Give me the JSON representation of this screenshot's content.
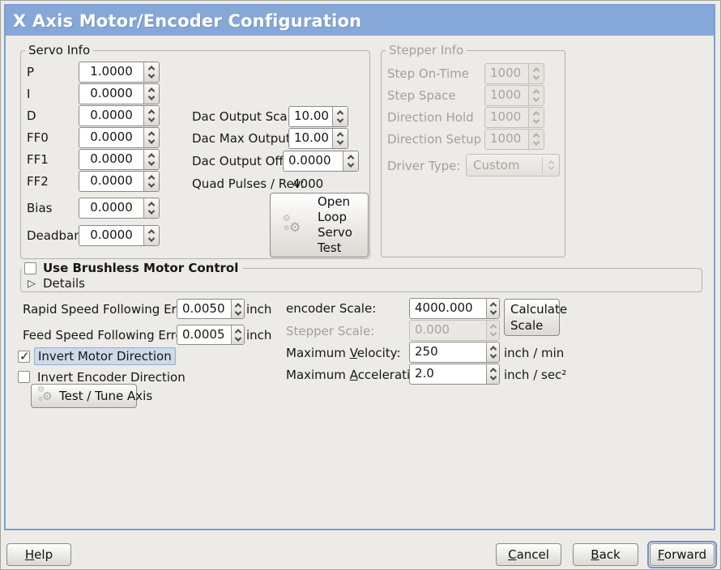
{
  "window": {
    "title": "X Axis Motor/Encoder Configuration"
  },
  "colors": {
    "accent_blue": "#86a8d8",
    "border_blue": "#7aa0d4",
    "panel_bg": "#ecebe7",
    "highlight_bg": "#ccd9e9"
  },
  "servo_info": {
    "title": "Servo Info",
    "rows": [
      {
        "label": "P",
        "value": "1.0000"
      },
      {
        "label": "I",
        "value": "0.0000"
      },
      {
        "label": "D",
        "value": "0.0000"
      },
      {
        "label": "FF0",
        "value": "0.0000"
      },
      {
        "label": "FF1",
        "value": "0.0000"
      },
      {
        "label": "FF2",
        "value": "0.0000"
      },
      {
        "label": "Bias",
        "value": "0.0000"
      },
      {
        "label": "Deadband",
        "value": "0.0000"
      }
    ]
  },
  "dac": {
    "scale_label": "Dac Output Scale:",
    "scale_value": "10.00",
    "max_label": "Dac Max Output:",
    "max_value": "10.00",
    "offset_label": "Dac Output Offset:",
    "offset_value": "0.0000",
    "quad_label": "Quad Pulses / Rev:",
    "quad_value": "4000",
    "open_loop_button": {
      "lines": [
        "Open",
        "Loop",
        "Servo",
        "Test"
      ]
    }
  },
  "stepper_info": {
    "title": "Stepper Info",
    "rows": [
      {
        "label": "Step On-Time",
        "value": "1000"
      },
      {
        "label": "Step Space",
        "value": "1000"
      },
      {
        "label": "Direction Hold",
        "value": "1000"
      },
      {
        "label": "Direction Setup",
        "value": "1000"
      }
    ],
    "driver_type_label": "Driver Type:",
    "driver_type_value": "Custom"
  },
  "brushless": {
    "checkbox_label": "Use Brushless Motor Control",
    "checked": false,
    "details_label": "Details"
  },
  "following_error": {
    "rapid_label": "Rapid Speed Following Error:",
    "rapid_value": "0.0050",
    "rapid_unit": "inch",
    "feed_label": "Feed Speed Following Error:",
    "feed_value": "0.0005",
    "feed_unit": "inch"
  },
  "scales": {
    "encoder_label": "encoder Scale:",
    "encoder_value": "4000.000",
    "stepper_label": "Stepper Scale:",
    "stepper_value": "0.000",
    "calculate_button": {
      "lines": [
        "Calculate",
        "Scale"
      ]
    },
    "max_velocity_label": {
      "pre": "Maximum ",
      "mn": "V",
      "post": "elocity:"
    },
    "max_velocity_value": "250",
    "max_velocity_unit": "inch / min",
    "max_accel_label": {
      "pre": "Maximum ",
      "mn": "A",
      "post": "cceleration:"
    },
    "max_accel_value": "2.0",
    "max_accel_unit": "inch / sec²"
  },
  "direction": {
    "invert_motor_label": "Invert Motor Direction",
    "invert_motor_checked": true,
    "invert_encoder_label": "Invert Encoder Direction",
    "invert_encoder_checked": false,
    "test_tune_button": "Test / Tune Axis"
  },
  "footer": {
    "help": {
      "mn": "H",
      "rest": "elp"
    },
    "cancel": {
      "mn": "C",
      "rest": "ancel"
    },
    "back": {
      "mn": "B",
      "rest": "ack"
    },
    "forward": {
      "mn": "F",
      "rest": "orward"
    }
  }
}
